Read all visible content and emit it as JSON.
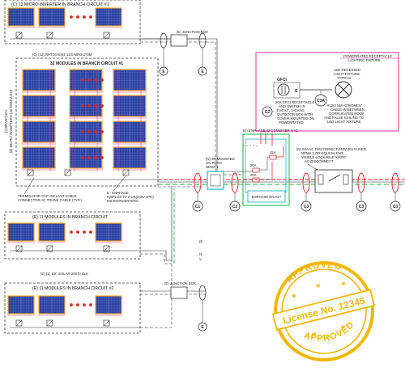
{
  "branch_top_partial": {
    "title": "(C) 13 MICRO-INVERTER IN BRANCH CIRCUIT #1"
  },
  "branch_main": {
    "cable_note": "(C) (12) RPTOS-EN4-12G-MPO-270M",
    "title": "32 MODULES IN BRANCH CIRCUIT #1",
    "side_label_line1": "(I) BRANCH#1",
    "side_label_line2": "(8) MICRO-INVERTERS (32 MODULES)"
  },
  "junction_box_top": "(E) JUNCTION BOX",
  "junction_box_bottom": "(E) JUNCTION BOX",
  "terminator_note": {
    "line1": "TERMINATOR CAP ON LAST CABLE",
    "line2": "CONNECTOR AC TRUNK CABLE (TYP.)"
  },
  "microinverter_note": {
    "line1": "8 - ENPHASE",
    "line2": "IQ8PLUS-72-2-US(240V,1PH)",
    "line3": "MICROINVERTERS"
  },
  "enphase_combiner": "(E) ENPHASE IQ COMBINER 4/4C",
  "enphase_envoy": "ENPHASE ENVOY",
  "breakers": [
    "15A",
    "20A",
    "20A"
  ],
  "patio_box": {
    "line1": "(N) 3R MOUNTED",
    "line2": "ON PATIO",
    "line3": "NEMA 1"
  },
  "receptacle_box": {
    "title_line1": "POWERRATED RECEPTACLE",
    "title_line2": "LIGHTING FIXTURE",
    "gfci": "GFCI",
    "s_label": "S",
    "gfci_note": {
      "line1": "20A GFCI RECEPTACLE",
      "line2": "AND SWITCH IN",
      "line3": "4\"x4\"x2\", 2-GANG",
      "line4": "OUTDOOR BOX WITH",
      "line5": "COVER MOUNTED ON",
      "line6": "POWERRATED"
    },
    "led_note": {
      "line1": "LED RECESSED",
      "line2": "LIGHT FIXTURE,",
      "line3": "TYPICAL"
    },
    "cable_note": {
      "line1": "#12/2 NM+G\"ROMEX\"",
      "line2": "CABLE IN BETWEEN",
      "line3": "CORRUGATED ROOF",
      "line4": "AND FALSE CEILING TO",
      "line5": "LED LIGHT FIXTURE"
    }
  },
  "ac_disconnect": {
    "line1": "(N) 60A AC DISCONNECT,240V,40A FUSED,",
    "line2": "NEMA 3 OR EQUIVALENT,",
    "line3": "VISIBLE-LOCKABLE 'KNIFE'",
    "line4": "AC DISCONNECT"
  },
  "branch_3": {
    "title": "(E) 11 MODULES IN BRANCH CIRCUIT"
  },
  "solar_junction": "(E) (1) 1/2\" SOLAR 20070 BLK",
  "branch_4": {
    "title": "(E) 11 MODULES IN BRANCH CIRCUIT #2"
  },
  "markers": {
    "E": "E",
    "C1": "C1",
    "C2": "C2",
    "C3": "C3",
    "C3A": "C3A"
  },
  "partial_text": {
    "e": "(E",
    "n": "N",
    "v": "V"
  },
  "stamp": {
    "top_text": "APPROVED",
    "license": "License No. 12345",
    "bottom_text": "APPROVED",
    "color": "#f2b705"
  },
  "colors": {
    "panel_blue": "#2a3f9e",
    "panel_grid": "#9fb4ff",
    "frame_orange": "#f5a623",
    "wire_red": "#d42020",
    "wire_green": "#17b34a",
    "wire_cyan": "#20b8c8",
    "wire_magenta": "#e0309a",
    "dots_red": "#e02424"
  }
}
